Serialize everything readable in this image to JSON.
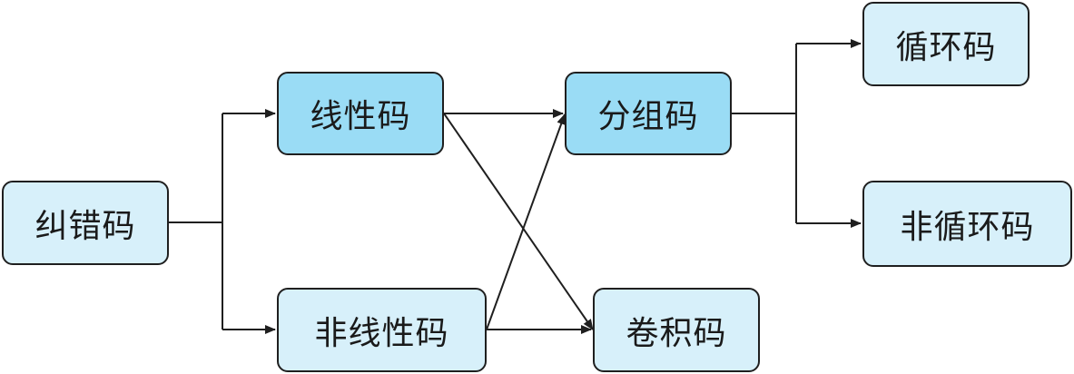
{
  "nodes": {
    "jiucuoma": "纠错码",
    "xianxingma": "线性码",
    "feixianxingma": "非线性码",
    "fenzuma": "分组码",
    "juanjima": "卷积码",
    "xunhuanma": "循环码",
    "feixunhuanma": "非循环码"
  },
  "colors": {
    "node_light": "#d7f0fa",
    "node_dark": "#9adcf5",
    "line": "#1f1f1f"
  }
}
